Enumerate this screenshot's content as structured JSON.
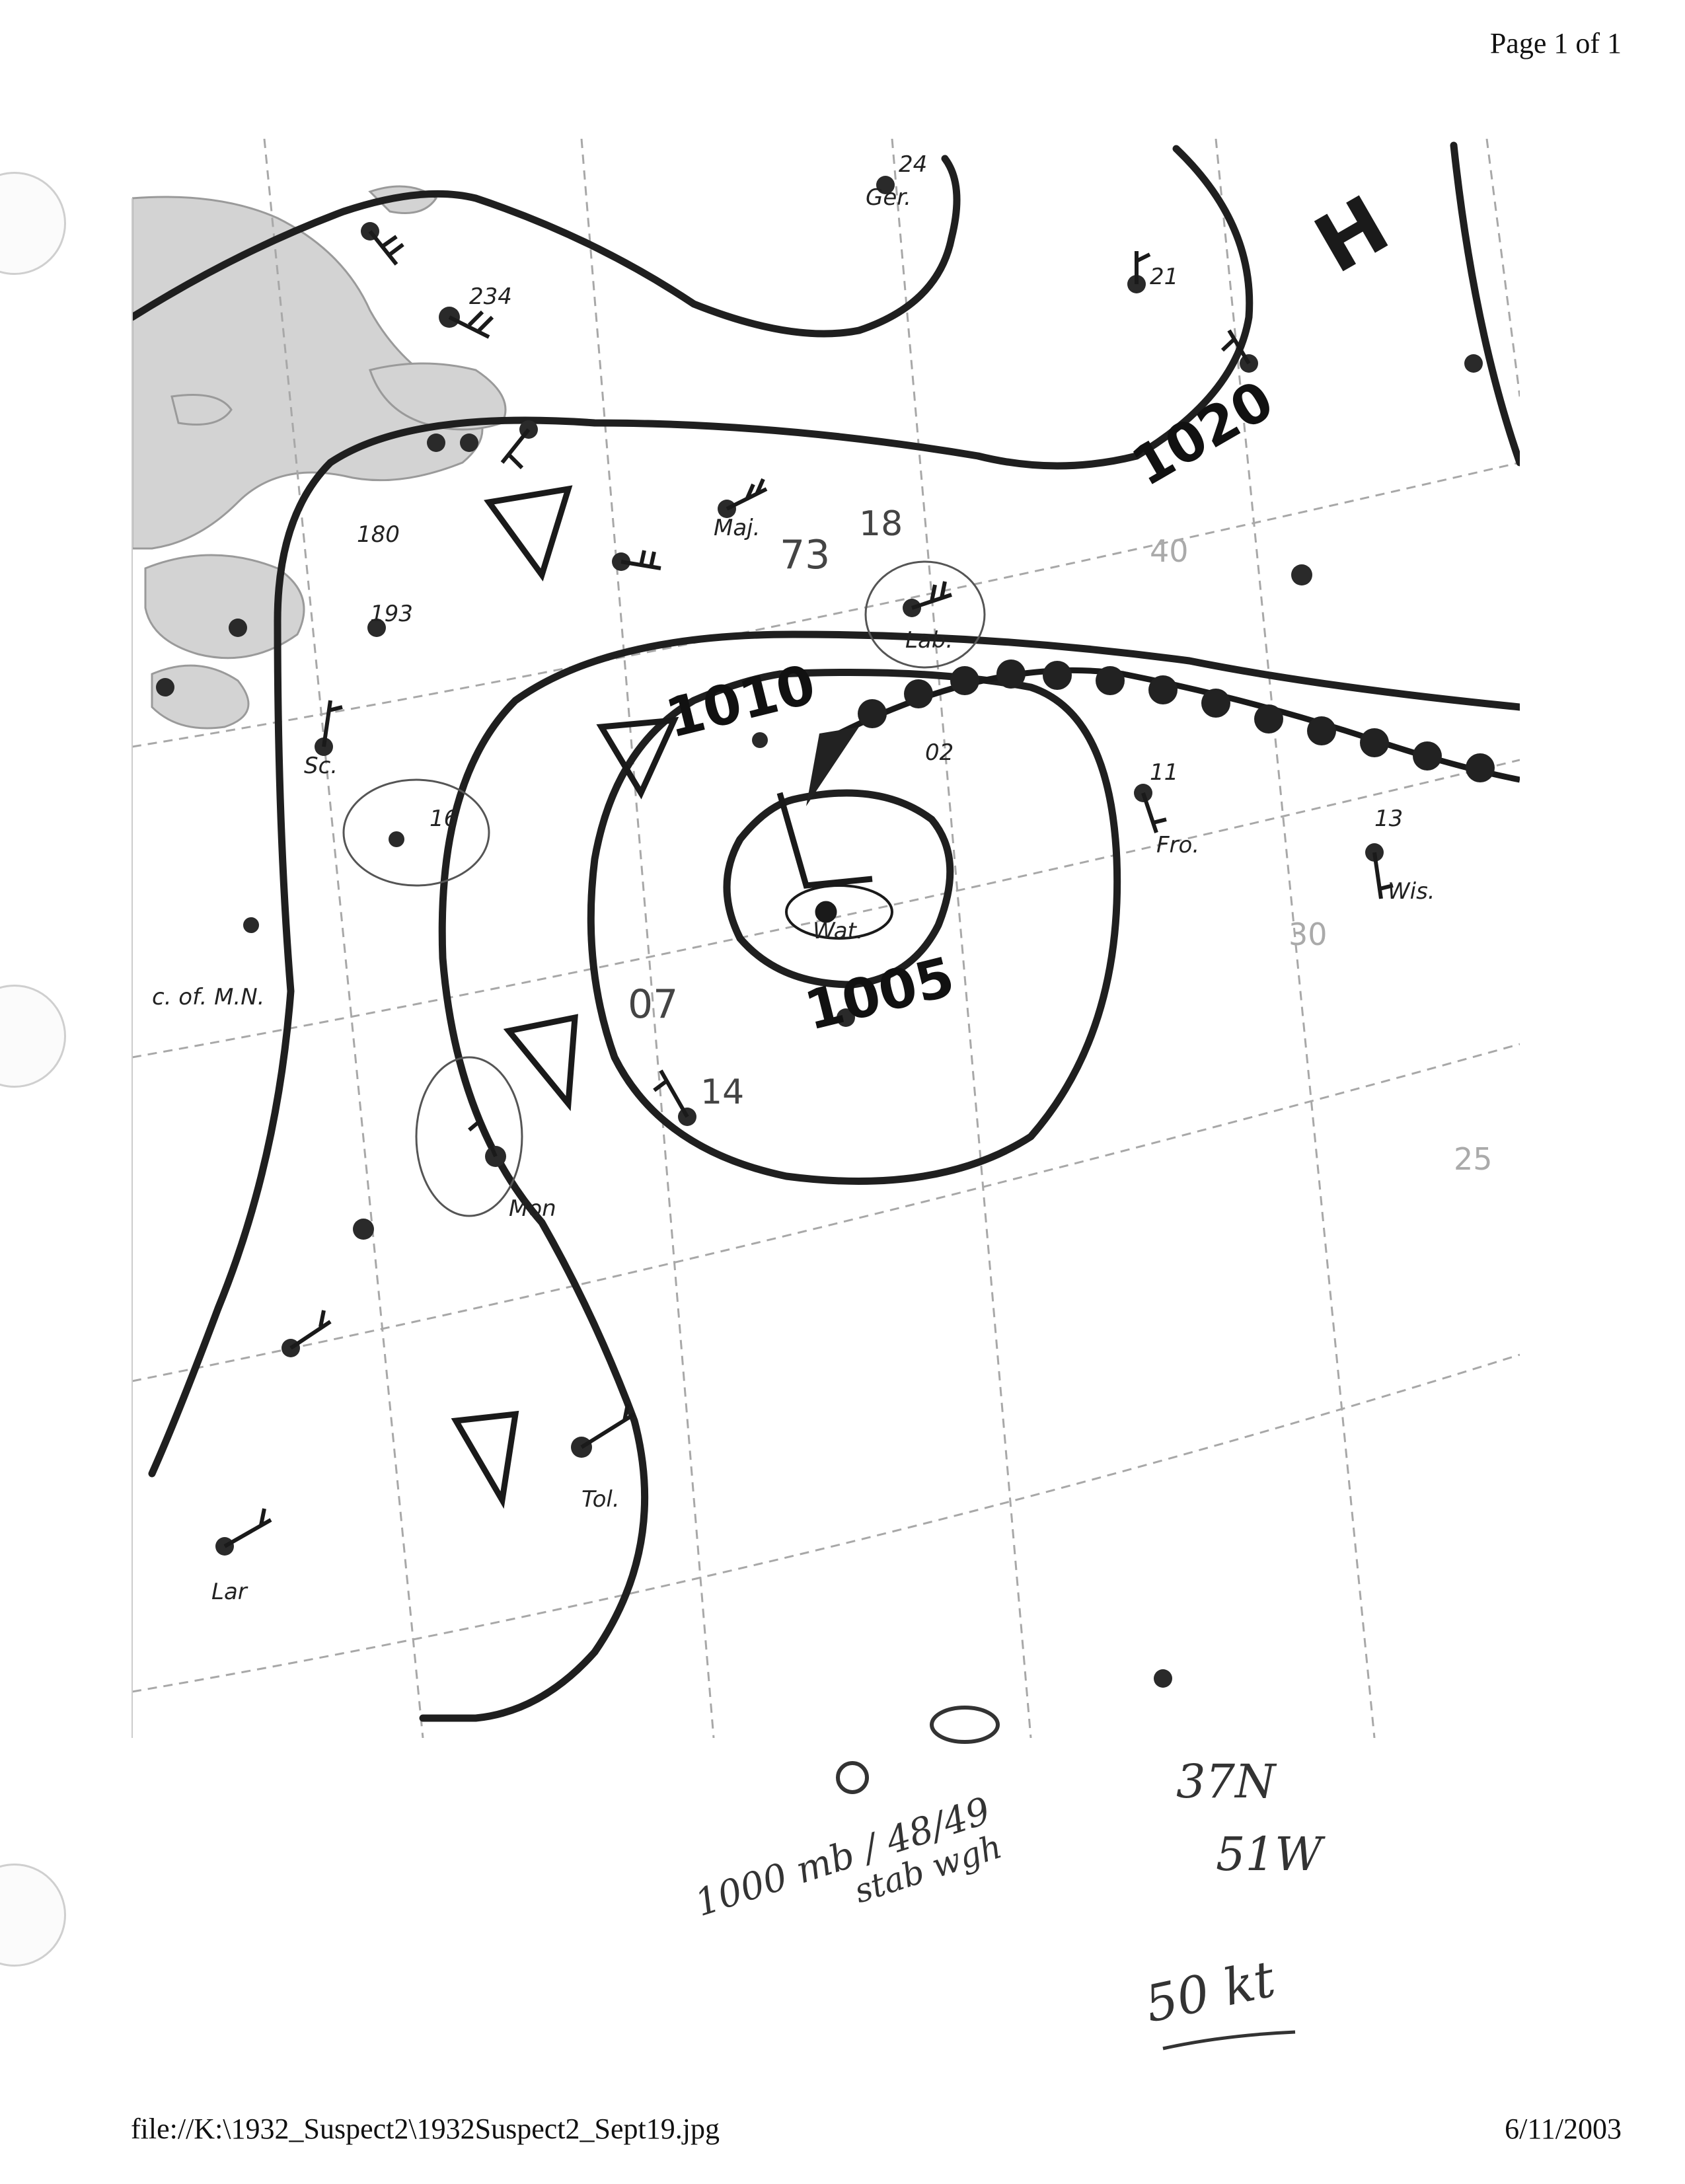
{
  "header": {
    "page_label": "Page 1 of 1"
  },
  "footer": {
    "file_path": "file://K:\\1932_Suspect2\\1932Suspect2_Sept19.jpg",
    "date": "6/11/2003"
  },
  "map": {
    "isobar_labels": [
      "1020",
      "1010",
      "1005"
    ],
    "latitude_labels": [
      "40",
      "30",
      "25"
    ],
    "high_pressure_label": "H",
    "station_names": [
      "Ger.",
      "Maj.",
      "Lab.",
      "Wat.",
      "Fro.",
      "Wis.",
      "Mon",
      "Tol.",
      "c. of. M.N.",
      "Lar",
      "Sc."
    ],
    "obs_values": [
      "234",
      "180",
      "193",
      "07",
      "73",
      "18",
      "02",
      "14",
      "16",
      "24",
      "21",
      "13",
      "11"
    ],
    "handwritten_notes": {
      "pressure_note": "1000 mb / 48/49",
      "ship_note": "stab wgh",
      "position_lat": "37N",
      "position_lon": "51W",
      "wind_speed": "50 kt"
    },
    "colors": {
      "isobar": "#1f1f1f",
      "grid": "#a8a8a8",
      "land": "#d3d3d3",
      "paper": "#ffffff"
    }
  }
}
